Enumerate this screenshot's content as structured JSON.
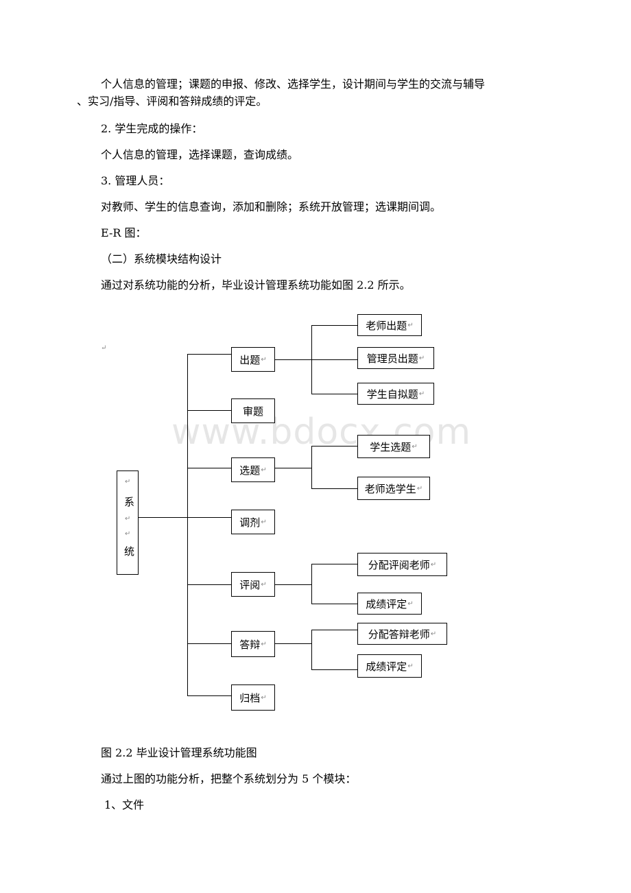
{
  "paragraphs": {
    "p1_line1": "个人信息的管理；课题的申报、修改、选择学生，设计期间与学生的交流与辅导",
    "p1_line2": "、实习/指导、评阅和答辩成绩的评定。",
    "p2": "2. 学生完成的操作：",
    "p3": "个人信息的管理，选择课题，查询成绩。",
    "p4": "3. 管理人员：",
    "p5": "对教师、学生的信息查询，添加和删除；系统开放管理；选课期间调。",
    "p6": "E-R 图：",
    "p7": "（二）系统模块结构设计",
    "p8": "通过对系统功能的分析，毕业设计管理系统功能如图 2.2 所示。",
    "caption": "图 2.2 毕业设计管理系统功能图",
    "p9": "通过上图的功能分析，把整个系统划分为 5 个模块：",
    "p10": "1、文件"
  },
  "watermark": "www.bdocx.com",
  "paragraph_mark": "↵",
  "diagram": {
    "root": [
      "系",
      "统"
    ],
    "modules": [
      "出题",
      "审题",
      "选题",
      "调剂",
      "评阅",
      "答辩",
      "归档"
    ],
    "sub": {
      "chuti": [
        "老师出题",
        "管理员出题",
        "学生自拟题"
      ],
      "xuanti": [
        "学生选题",
        "老师选学生"
      ],
      "pingyue": [
        "分配评阅老师",
        "成绩评定"
      ],
      "dabian": [
        "分配答辩老师",
        "成绩评定"
      ]
    }
  }
}
